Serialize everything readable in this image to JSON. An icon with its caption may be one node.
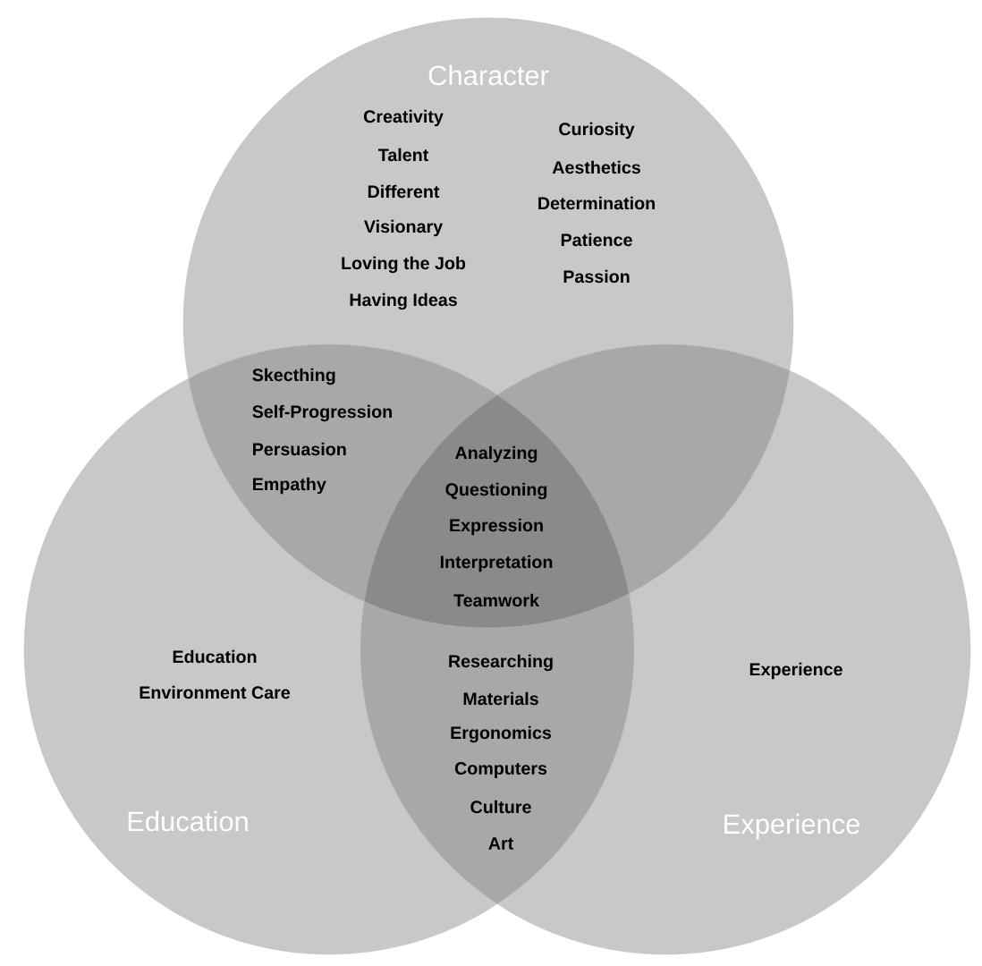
{
  "diagram": {
    "nodes": [
      {
        "text": [
          "Character"
        ]
      },
      {
        "text": [
          "Education"
        ]
      },
      {
        "text": [
          "Experience"
        ]
      }
    ],
    "labels": [
      "Creativity",
      "Talent",
      "Different",
      "Visionary",
      "Loving the Job",
      "Having Ideas",
      "Curiosity",
      "Aesthetics",
      "Determination",
      "Patience",
      "Passion",
      "Skecthing",
      "Self-Progression",
      "Persuasion",
      "Empathy",
      "Analyzing",
      "Questioning",
      "Expression",
      "Interpretation",
      "Teamwork",
      "Education",
      "Environment Care",
      "Researching",
      "Materials",
      "Ergonomics",
      "Computers",
      "Culture",
      "Art",
      "Experience"
    ]
  }
}
